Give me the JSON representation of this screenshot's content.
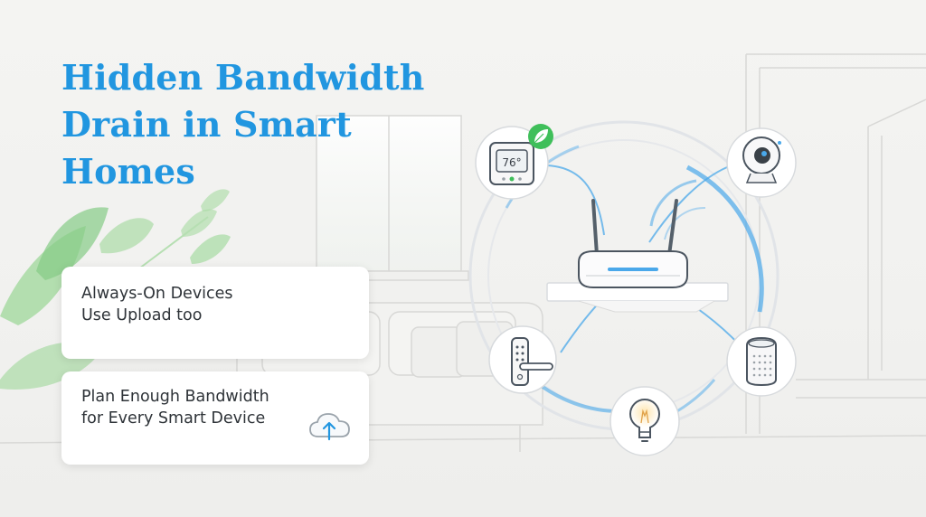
{
  "title": {
    "line1": "Hidden Bandwidth",
    "line2": "Drain in Smart",
    "line3": "Homes"
  },
  "cards": [
    {
      "line1": "Always-On Devices",
      "line2": "Use Upload too"
    },
    {
      "line1": "Plan Enough Bandwidth",
      "line2": "for Every Smart Device",
      "icon": "cloud-upload-icon"
    }
  ],
  "thermostat": {
    "reading": "76°",
    "badge_icon": "leaf-icon"
  },
  "devices": [
    "thermostat-icon",
    "security-camera-icon",
    "smart-lock-icon",
    "light-bulb-icon",
    "smart-speaker-icon",
    "router-icon"
  ],
  "colors": {
    "accent": "#2196e0",
    "signal": "#4aa8ea",
    "leaf": "#3fbf5a"
  }
}
